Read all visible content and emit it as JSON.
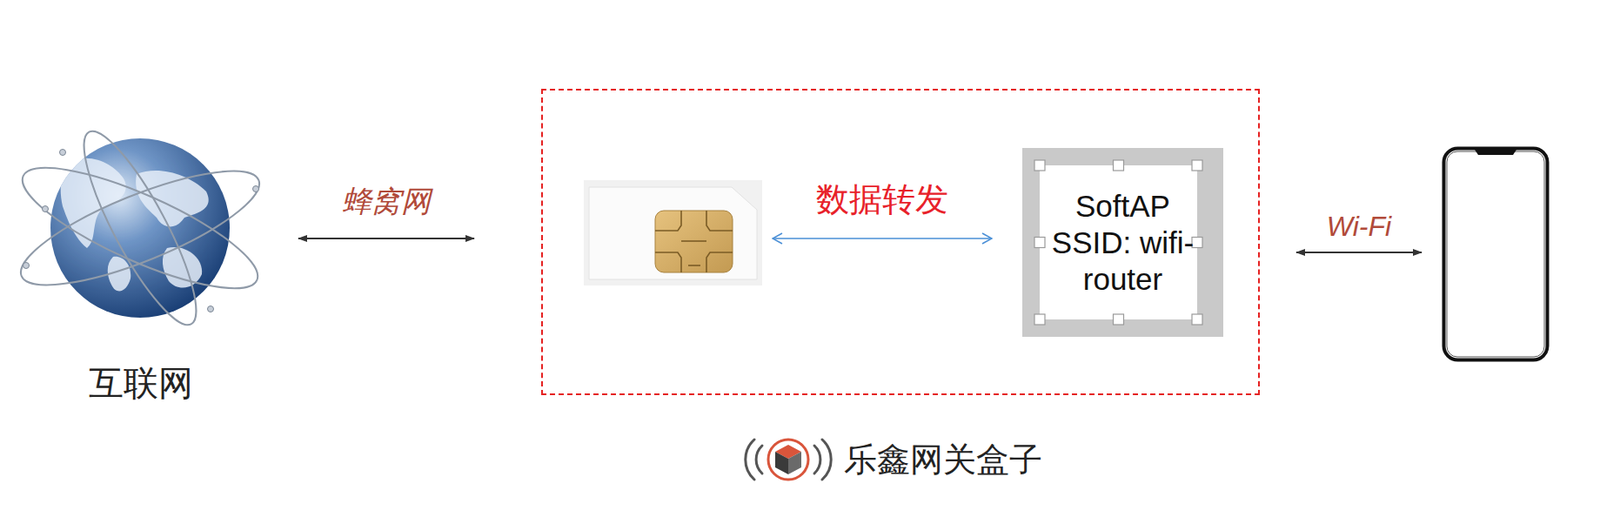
{
  "diagram": {
    "nodes": [
      {
        "text": [
          "互联网"
        ]
      },
      {
        "text": [
          "乐鑫网关盒子"
        ]
      },
      {
        "text": [],
        "in": 1
      },
      {
        "text": [
          "SoftAP SSID: wifi-router"
        ],
        "in": 1
      },
      {
        "text": []
      }
    ],
    "edges": [
      {
        "from": 0,
        "to": 1,
        "label": "蜂窝网",
        "arrow": "both"
      },
      {
        "from": 2,
        "to": 3,
        "label": "数据转发",
        "arrow": "both"
      },
      {
        "from": 1,
        "to": 4,
        "label": "Wi-Fi",
        "arrow": "both"
      }
    ]
  }
}
